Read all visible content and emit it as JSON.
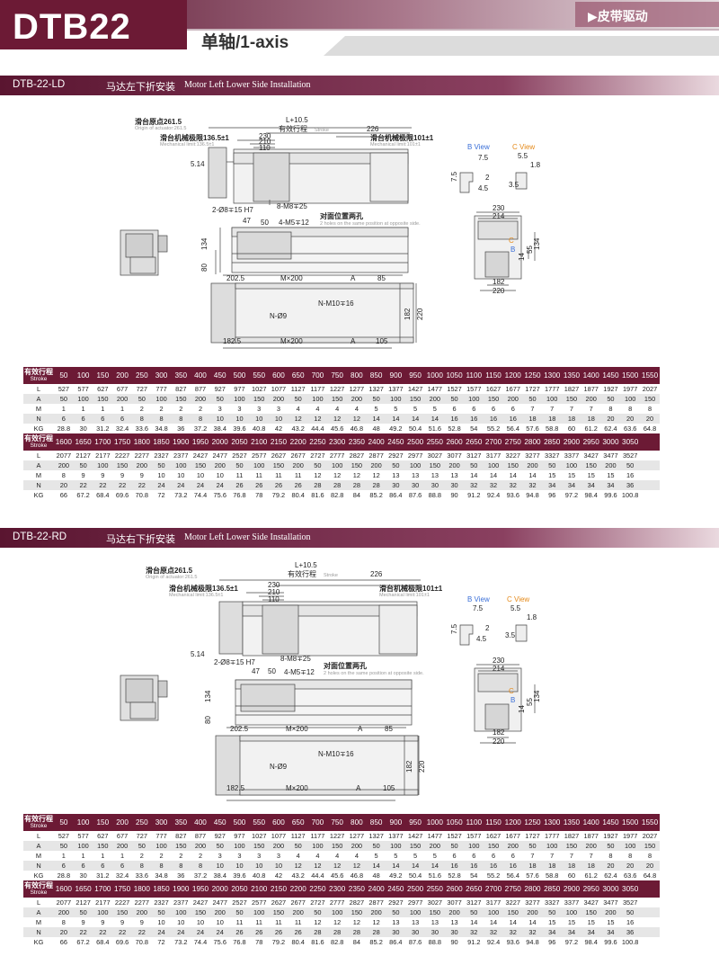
{
  "header": {
    "model": "DTB22",
    "axis_cn": "单轴",
    "axis_en": "/1-axis",
    "drive": "▶皮带驱动"
  },
  "sections": [
    {
      "code": "DTB-22-LD",
      "title_cn": "马达左下折安装",
      "title_en": "Motor Left Lower Side Installation"
    },
    {
      "code": "DTB-22-RD",
      "title_cn": "马达右下折安装",
      "title_en": "Motor Left Lower Side Installation"
    }
  ],
  "drawing": {
    "origin_cn": "滑台原点261.5",
    "origin_en": "Origin of actuator:261.5",
    "l_label": "L+10.5",
    "stroke_cn": "有效行程",
    "stroke_en": "Stroke",
    "d226": "226",
    "mech_left_cn": "滑台机械极限136.5±1",
    "mech_left_en": "Mechanical limit:136.5±1",
    "mech_right_cn": "滑台机械极限101±1",
    "mech_right_en": "Mechanical limit:101±1",
    "d230": "230",
    "d210": "210",
    "d110": "110",
    "d514": "5.14",
    "hole8": "2-Ø8∓15 H7",
    "m8": "8-M8∓25",
    "d47": "47",
    "d50": "50",
    "m5": "4-M5∓12",
    "opp_cn": "对面位置两孔",
    "opp_en": "2 holes on the same position at opposite side.",
    "d134": "134",
    "d80": "80",
    "d2025": "202.5",
    "m200": "M×200",
    "a": "A",
    "d85": "85",
    "nm10": "N-M10∓16",
    "n9": "N-Ø9",
    "d182": "182",
    "d220": "220",
    "d1825": "182.5",
    "d105": "105",
    "bview": "B View",
    "cview": "C View",
    "d75": "7.5",
    "d45": "4.5",
    "d2": "2",
    "d55": "5.5",
    "d18": "1.8",
    "d35": "3.5",
    "d214": "214",
    "d55b": "55",
    "d14": "14",
    "c": "C",
    "b": "B"
  },
  "table": {
    "stroke_label": "有效行程",
    "stroke_sub": "Stroke",
    "row_labels": [
      "L",
      "A",
      "M",
      "N",
      "KG"
    ],
    "block1": {
      "stroke": [
        "50",
        "100",
        "150",
        "200",
        "250",
        "300",
        "350",
        "400",
        "450",
        "500",
        "550",
        "600",
        "650",
        "700",
        "750",
        "800",
        "850",
        "900",
        "950",
        "1000",
        "1050",
        "1100",
        "1150",
        "1200",
        "1250",
        "1300",
        "1350",
        "1400",
        "1450",
        "1500",
        "1550"
      ],
      "L": [
        "527",
        "577",
        "627",
        "677",
        "727",
        "777",
        "827",
        "877",
        "927",
        "977",
        "1027",
        "1077",
        "1127",
        "1177",
        "1227",
        "1277",
        "1327",
        "1377",
        "1427",
        "1477",
        "1527",
        "1577",
        "1627",
        "1677",
        "1727",
        "1777",
        "1827",
        "1877",
        "1927",
        "1977",
        "2027"
      ],
      "A": [
        "50",
        "100",
        "150",
        "200",
        "50",
        "100",
        "150",
        "200",
        "50",
        "100",
        "150",
        "200",
        "50",
        "100",
        "150",
        "200",
        "50",
        "100",
        "150",
        "200",
        "50",
        "100",
        "150",
        "200",
        "50",
        "100",
        "150",
        "200",
        "50",
        "100",
        "150"
      ],
      "M": [
        "1",
        "1",
        "1",
        "1",
        "2",
        "2",
        "2",
        "2",
        "3",
        "3",
        "3",
        "3",
        "4",
        "4",
        "4",
        "4",
        "5",
        "5",
        "5",
        "5",
        "6",
        "6",
        "6",
        "6",
        "7",
        "7",
        "7",
        "7",
        "8",
        "8",
        "8"
      ],
      "N": [
        "6",
        "6",
        "6",
        "6",
        "8",
        "8",
        "8",
        "8",
        "10",
        "10",
        "10",
        "10",
        "12",
        "12",
        "12",
        "12",
        "14",
        "14",
        "14",
        "14",
        "16",
        "16",
        "16",
        "16",
        "18",
        "18",
        "18",
        "18",
        "20",
        "20",
        "20"
      ],
      "KG": [
        "28.8",
        "30",
        "31.2",
        "32.4",
        "33.6",
        "34.8",
        "36",
        "37.2",
        "38.4",
        "39.6",
        "40.8",
        "42",
        "43.2",
        "44.4",
        "45.6",
        "46.8",
        "48",
        "49.2",
        "50.4",
        "51.6",
        "52.8",
        "54",
        "55.2",
        "56.4",
        "57.6",
        "58.8",
        "60",
        "61.2",
        "62.4",
        "63.6",
        "64.8"
      ]
    },
    "block2": {
      "stroke": [
        "1600",
        "1650",
        "1700",
        "1750",
        "1800",
        "1850",
        "1900",
        "1950",
        "2000",
        "2050",
        "2100",
        "2150",
        "2200",
        "2250",
        "2300",
        "2350",
        "2400",
        "2450",
        "2500",
        "2550",
        "2600",
        "2650",
        "2700",
        "2750",
        "2800",
        "2850",
        "2900",
        "2950",
        "3000",
        "3050"
      ],
      "L": [
        "2077",
        "2127",
        "2177",
        "2227",
        "2277",
        "2327",
        "2377",
        "2427",
        "2477",
        "2527",
        "2577",
        "2627",
        "2677",
        "2727",
        "2777",
        "2827",
        "2877",
        "2927",
        "2977",
        "3027",
        "3077",
        "3127",
        "3177",
        "3227",
        "3277",
        "3327",
        "3377",
        "3427",
        "3477",
        "3527"
      ],
      "A": [
        "200",
        "50",
        "100",
        "150",
        "200",
        "50",
        "100",
        "150",
        "200",
        "50",
        "100",
        "150",
        "200",
        "50",
        "100",
        "150",
        "200",
        "50",
        "100",
        "150",
        "200",
        "50",
        "100",
        "150",
        "200",
        "50",
        "100",
        "150",
        "200",
        "50"
      ],
      "M": [
        "8",
        "9",
        "9",
        "9",
        "9",
        "10",
        "10",
        "10",
        "10",
        "11",
        "11",
        "11",
        "11",
        "12",
        "12",
        "12",
        "12",
        "13",
        "13",
        "13",
        "13",
        "14",
        "14",
        "14",
        "14",
        "15",
        "15",
        "15",
        "15",
        "16"
      ],
      "N": [
        "20",
        "22",
        "22",
        "22",
        "22",
        "24",
        "24",
        "24",
        "24",
        "26",
        "26",
        "26",
        "26",
        "28",
        "28",
        "28",
        "28",
        "30",
        "30",
        "30",
        "30",
        "32",
        "32",
        "32",
        "32",
        "34",
        "34",
        "34",
        "34",
        "36"
      ],
      "KG": [
        "66",
        "67.2",
        "68.4",
        "69.6",
        "70.8",
        "72",
        "73.2",
        "74.4",
        "75.6",
        "76.8",
        "78",
        "79.2",
        "80.4",
        "81.6",
        "82.8",
        "84",
        "85.2",
        "86.4",
        "87.6",
        "88.8",
        "90",
        "91.2",
        "92.4",
        "93.6",
        "94.8",
        "96",
        "97.2",
        "98.4",
        "99.6",
        "100.8"
      ]
    }
  },
  "colors": {
    "brand": "#6c1a35",
    "header_dark": "#7a2445",
    "header_light": "#d8cdd2",
    "bview": "#3a6fd8",
    "cview": "#e58a1a"
  }
}
